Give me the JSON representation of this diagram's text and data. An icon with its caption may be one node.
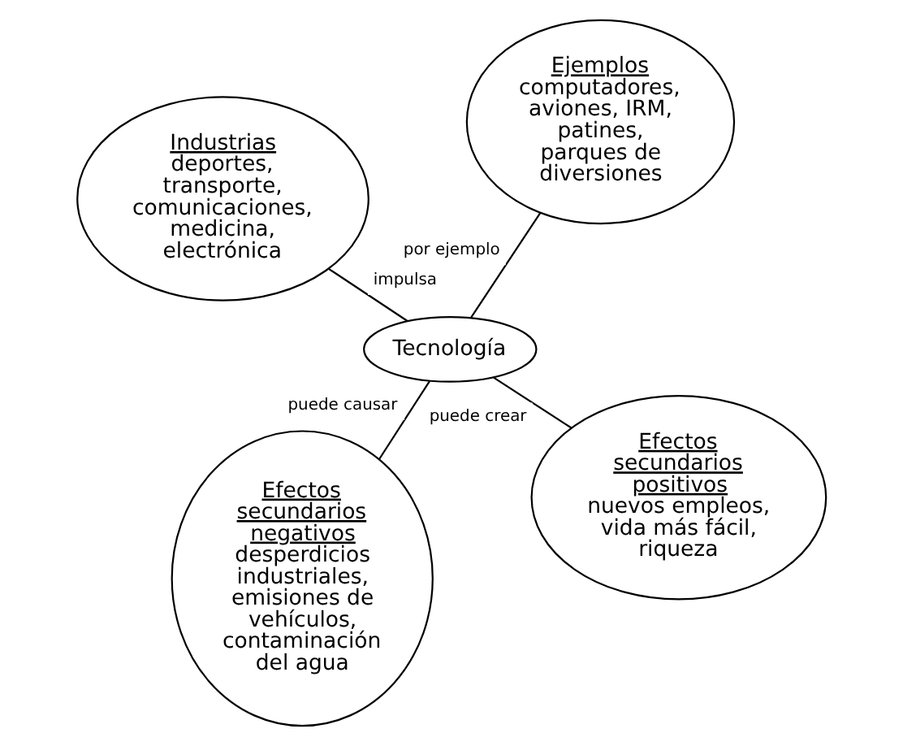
{
  "diagram": {
    "nodes": [
      {
        "text": [
          "Tecnología"
        ]
      },
      {
        "text": [
          "Efectos secundarios positivos",
          "nuevos empleos, vida más fácil, riqueza"
        ]
      },
      {
        "text": [
          "Efectos secundarios negativos",
          "desperdicios industriales, emisiones de vehículos, contaminación del agua"
        ]
      },
      {
        "text": [
          "Industrias",
          "deportes, transporte, comunicaciones, medicina, electrónica"
        ]
      },
      {
        "text": [
          "Ejemplos",
          "computadores, aviones, IRM, patines, parques de diversiones"
        ]
      }
    ],
    "edges": [
      {
        "from": 0,
        "to": 1,
        "arrow": "none",
        "label": "puede crear"
      },
      {
        "from": 0,
        "to": 2,
        "arrow": "none",
        "label": "puede causar"
      },
      {
        "from": 0,
        "to": 3,
        "arrow": "none",
        "label": "impulsa"
      },
      {
        "from": 0,
        "to": 4,
        "arrow": "none",
        "label": "por ejemplo"
      }
    ]
  }
}
